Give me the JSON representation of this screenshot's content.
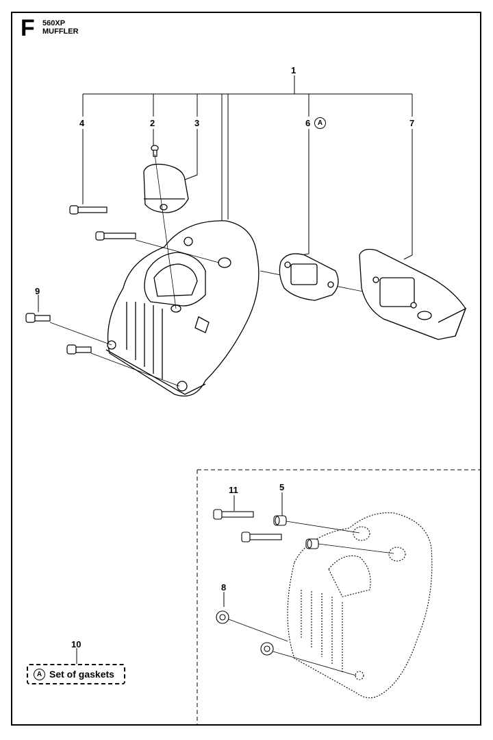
{
  "header": {
    "section_letter": "F",
    "model": "560XP",
    "title": "MUFFLER"
  },
  "callouts": {
    "c1": "1",
    "c2": "2",
    "c3": "3",
    "c4": "4",
    "c5": "5",
    "c6": "6",
    "c7": "7",
    "c8": "8",
    "c9": "9",
    "c10": "10",
    "c11": "11"
  },
  "marker_a": "A",
  "legend": {
    "marker": "A",
    "text": "Set of gaskets"
  }
}
